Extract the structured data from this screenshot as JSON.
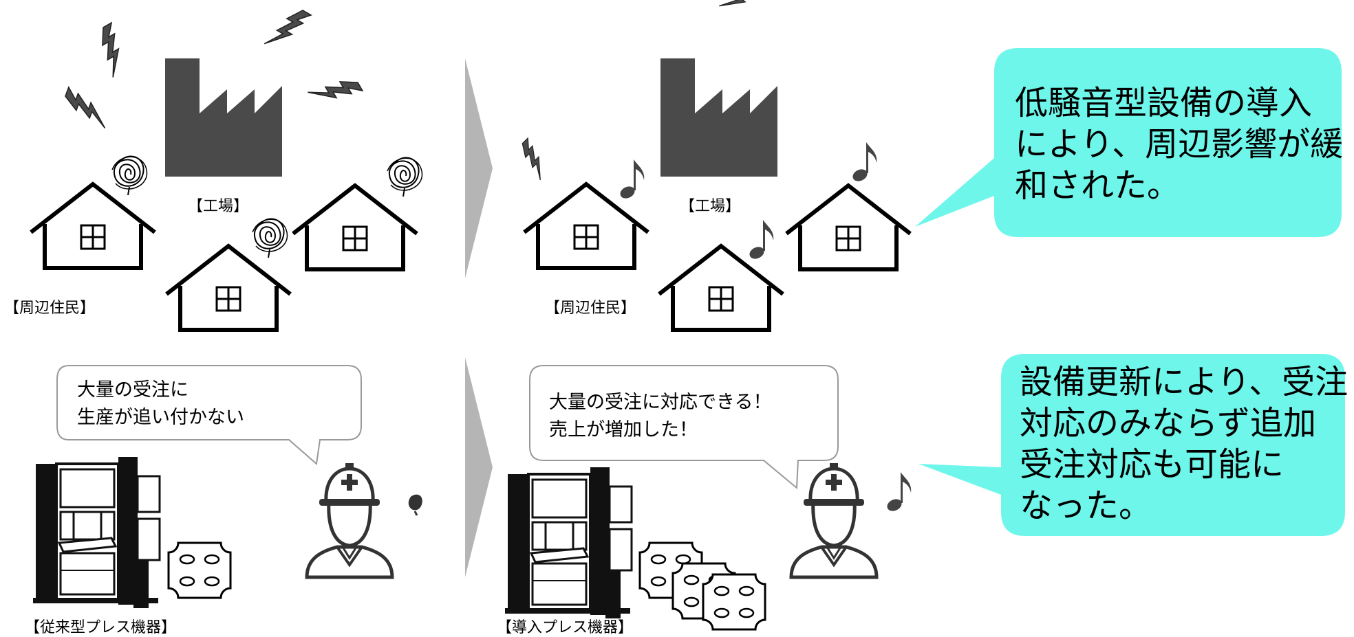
{
  "top": {
    "before": {
      "factory_label": "【工場】",
      "residents_label": "【周辺住民】"
    },
    "after": {
      "factory_label": "【工場】",
      "residents_label": "【周辺住民】"
    },
    "callout": {
      "lines": [
        "低騒音型設備の導入",
        "により、周辺影響が緩",
        "和された。"
      ]
    }
  },
  "bottom": {
    "before": {
      "speech": [
        "大量の受注に",
        "生産が追い付かない"
      ],
      "machine_label": "【従来型プレス機器】"
    },
    "after": {
      "speech": [
        "大量の受注に対応できる！",
        "売上が増加した！"
      ],
      "machine_label": "【導入プレス機器】"
    },
    "callout": {
      "lines": [
        "設備更新により、受注",
        "対応のみならず追加",
        "受注対応も可能に",
        "なった。"
      ]
    }
  },
  "icons": [
    "factory-icon",
    "house-icon",
    "lightning-icon",
    "scribble-icon",
    "music-note-icon",
    "press-machine-icon",
    "worker-icon",
    "sweat-drop-icon",
    "metal-plate-icon",
    "arrow-chevron-icon"
  ],
  "colors": {
    "callout_fill": "#6ff6ea",
    "factory": "#4a4a4a",
    "chevron": "#b5b5b5"
  }
}
